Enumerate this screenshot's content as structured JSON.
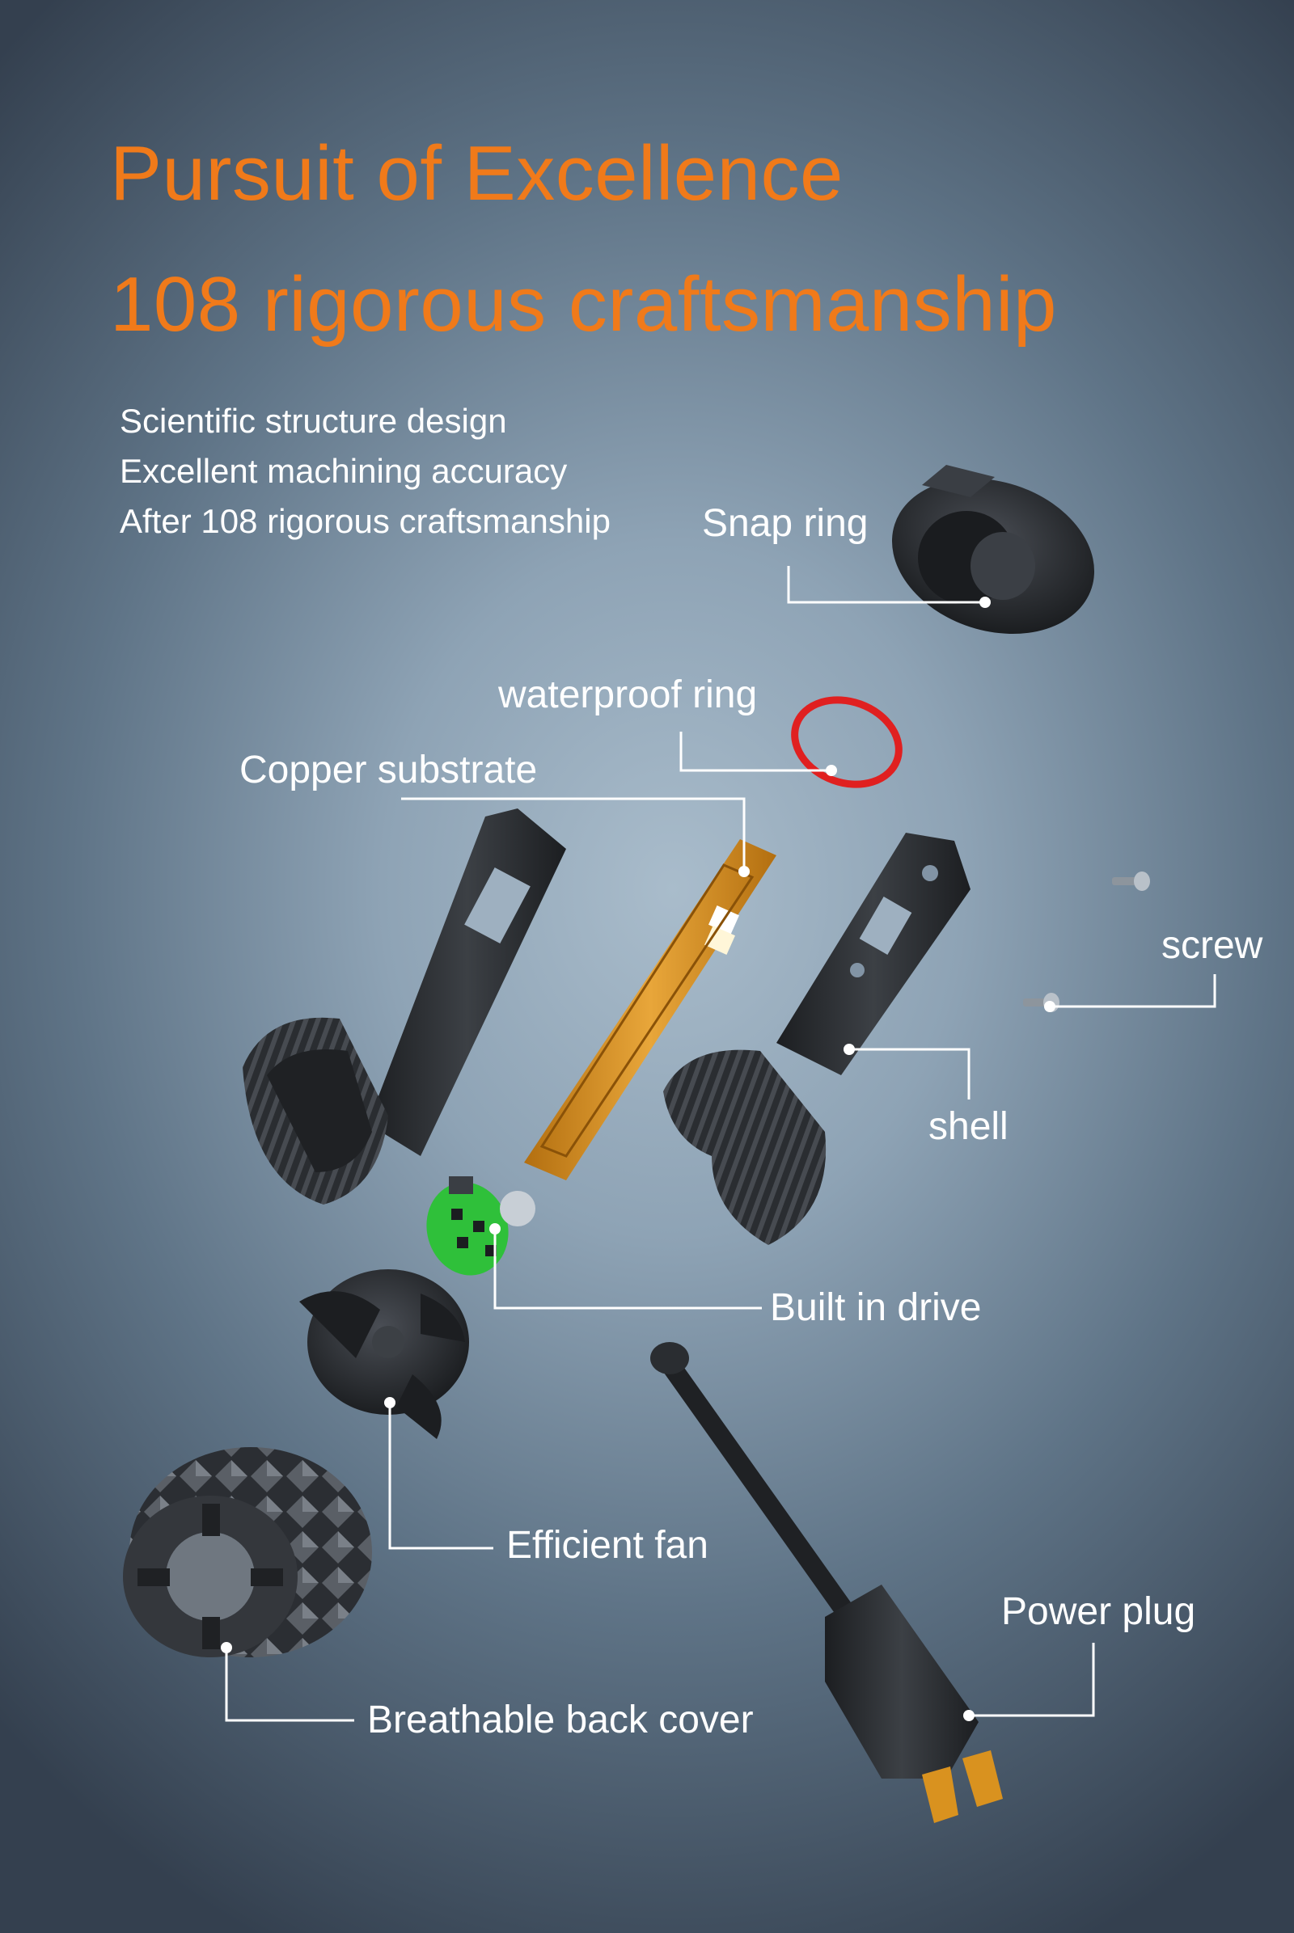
{
  "header": {
    "title": "Pursuit of Excellence",
    "subtitle": "108 rigorous craftsmanship"
  },
  "intro": [
    "Scientific structure design",
    "Excellent machining accuracy",
    "After 108 rigorous craftsmanship"
  ],
  "labels": {
    "snap_ring": "Snap ring",
    "waterproof_ring": "waterproof ring",
    "copper_substrate": "Copper substrate",
    "screw": "screw",
    "shell": "shell",
    "built_in_drive": "Built in drive",
    "efficient_fan": "Efficient fan",
    "power_plug": "Power plug",
    "breathable_back_cover": "Breathable back cover"
  },
  "colors": {
    "title": "#f07a1a",
    "part_dark": "#2c2f33",
    "copper": "#d9921f",
    "waterproof_ring": "#e02020",
    "driver_board": "#2fc03a",
    "leader_line": "#ffffff"
  }
}
